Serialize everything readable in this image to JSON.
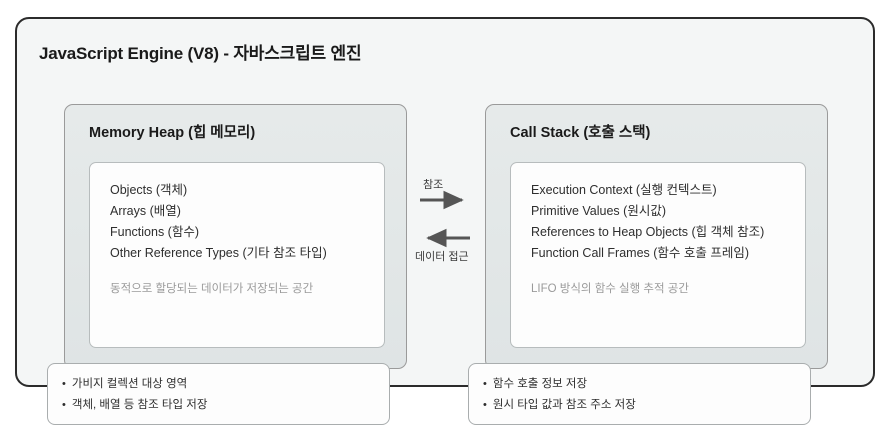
{
  "diagram": {
    "title": "JavaScript Engine (V8) - 자바스크립트 엔진",
    "background_color": "#f4f6f6",
    "border_color": "#2b2b2b",
    "panel_color": "#e3e7e8",
    "card_color": "#fdfdfd",
    "arrow_color": "#555555",
    "muted_text_color": "#9a9a9a"
  },
  "panels": [
    {
      "title": "Memory Heap (힙 메모리)",
      "items": [
        "Objects (객체)",
        "Arrays (배열)",
        "Functions (함수)",
        "Other Reference Types (기타 참조 타입)"
      ],
      "note": "동적으로 할당되는 데이터가 저장되는 공간",
      "bullets": [
        "가비지 컬렉션 대상 영역",
        "객체, 배열 등 참조 타입 저장"
      ]
    },
    {
      "title": "Call Stack (호출 스택)",
      "items": [
        "Execution Context (실행 컨텍스트)",
        "Primitive Values (원시값)",
        "References to Heap Objects (힙 객체 참조)",
        "Function Call Frames (함수 호출 프레임)"
      ],
      "note": "LIFO 방식의 함수 실행 추적 공간",
      "bullets": [
        "함수 호출 정보 저장",
        "원시 타입 값과 참조 주소 저장"
      ]
    }
  ],
  "arrows": [
    {
      "label": "참조",
      "direction": "right"
    },
    {
      "label": "데이터 접근",
      "direction": "left"
    }
  ]
}
